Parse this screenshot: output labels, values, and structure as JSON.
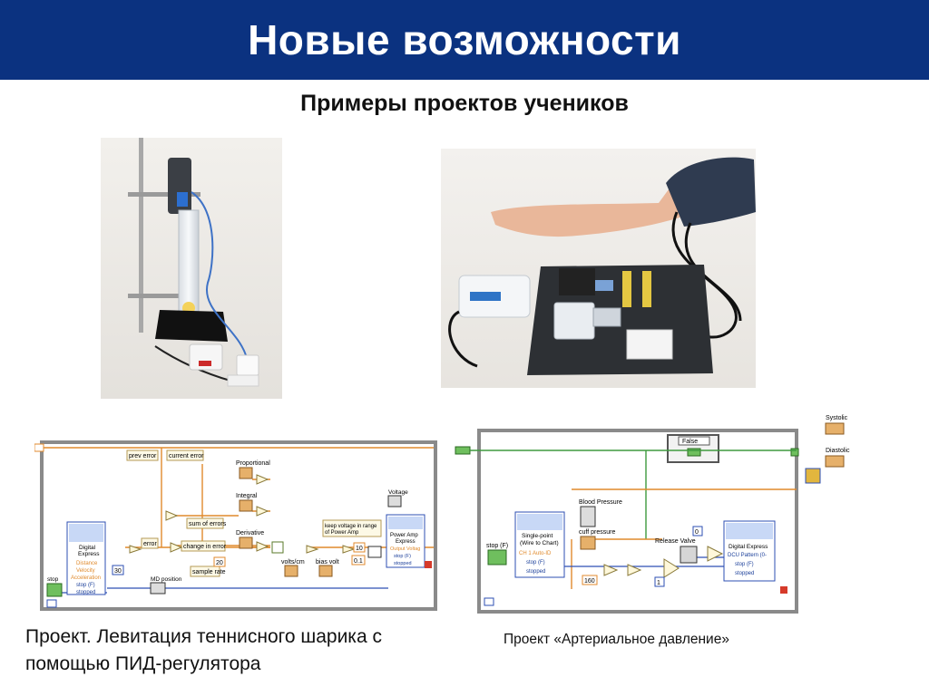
{
  "slide": {
    "title": "Новые возможности",
    "subtitle": "Примеры проектов учеников"
  },
  "captions": {
    "levitation_line1": "Проект. Левитация теннисного шарика с",
    "levitation_line2": "помощью ПИД-регулятора",
    "pressure": "Проект «Артериальное давление»"
  },
  "pid_diagram": {
    "prev_error": "prev error",
    "current_error": "current error",
    "proportional": "Proportional",
    "integral": "Integral",
    "derivative": "Derivative",
    "sum_of_errors": "sum of errors",
    "change_in_error": "change in error",
    "error": "error",
    "sample_rate": "sample rate",
    "md_position": "MD position",
    "volts_cm": "volts/cm",
    "bias_volt": "bias volt",
    "keep_voltage": "keep voltage in range",
    "keep_voltage_2": "of Power Amp",
    "voltage": "Voltage",
    "stop": "stop",
    "const_20": "20",
    "const_30": "30",
    "const_10": "10",
    "const_01": "0.1",
    "digital_express": {
      "title_1": "Digital",
      "title_2": "Express",
      "rows": [
        "Distance",
        "Velocity",
        "Acceleration",
        "stop (F)",
        "stopped"
      ]
    },
    "power_amp": {
      "title_1": "Power Amp",
      "title_2": "Express",
      "rows": [
        "Output Voltag",
        "stop (F)",
        "stopped"
      ]
    }
  },
  "bp_diagram": {
    "false_label": "False",
    "systolic": "Systolic",
    "diastolic": "Diastolic",
    "blood_pressure": "Blood Pressure",
    "cuff_pressure": "cuff pressure",
    "release_valve": "Release Valve",
    "stop_f": "stop (F)",
    "const_160": "160",
    "const_0": "0",
    "const_1": "1",
    "single_point": {
      "title_1": "Single-point",
      "title_2": "(Wire to Chart)",
      "rows": [
        "CH 1 Auto-ID",
        "stop (F)",
        "stopped"
      ]
    },
    "digital_express": {
      "title": "Digital Express",
      "rows": [
        "DCU Pattern (0-",
        "stop (F)",
        "stopped"
      ]
    }
  }
}
